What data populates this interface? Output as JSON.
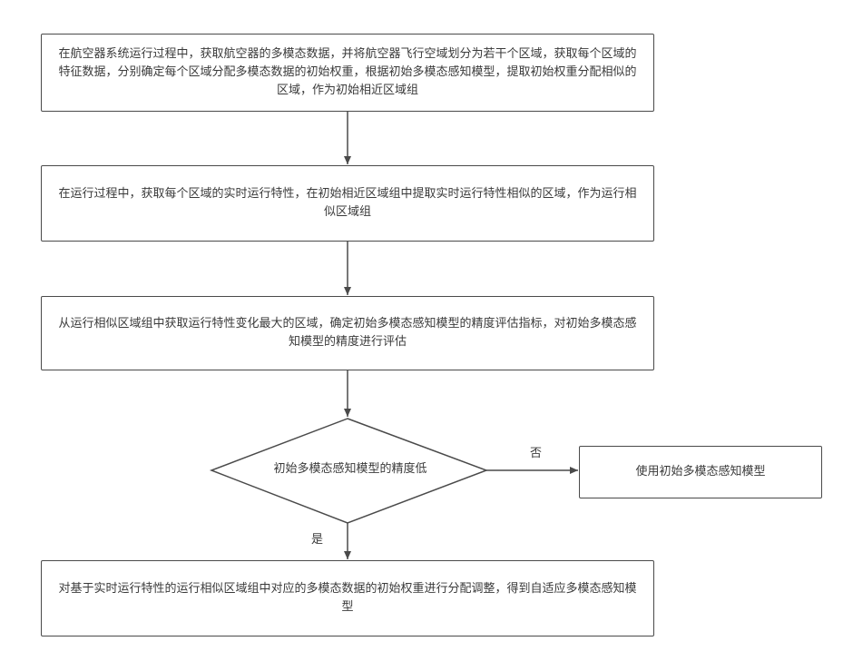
{
  "steps": {
    "step1": "在航空器系统运行过程中，获取航空器的多模态数据，并将航空器飞行空域划分为若干个区域，获取每个区域的特征数据，分别确定每个区域分配多模态数据的初始权重，根据初始多模态感知模型，提取初始权重分配相似的区域，作为初始相近区域组",
    "step2": "在运行过程中，获取每个区域的实时运行特性，在初始相近区域组中提取实时运行特性相似的区域，作为运行相似区域组",
    "step3": "从运行相似区域组中获取运行特性变化最大的区域，确定初始多模态感知模型的精度评估指标，对初始多模态感知模型的精度进行评估",
    "decision": "初始多模态感知模型的精度低",
    "no_branch": "使用初始多模态感知模型",
    "step4": "对基于实时运行特性的运行相似区域组中对应的多模态数据的初始权重进行分配调整，得到自适应多模态感知模型"
  },
  "labels": {
    "no": "否",
    "yes": "是"
  }
}
